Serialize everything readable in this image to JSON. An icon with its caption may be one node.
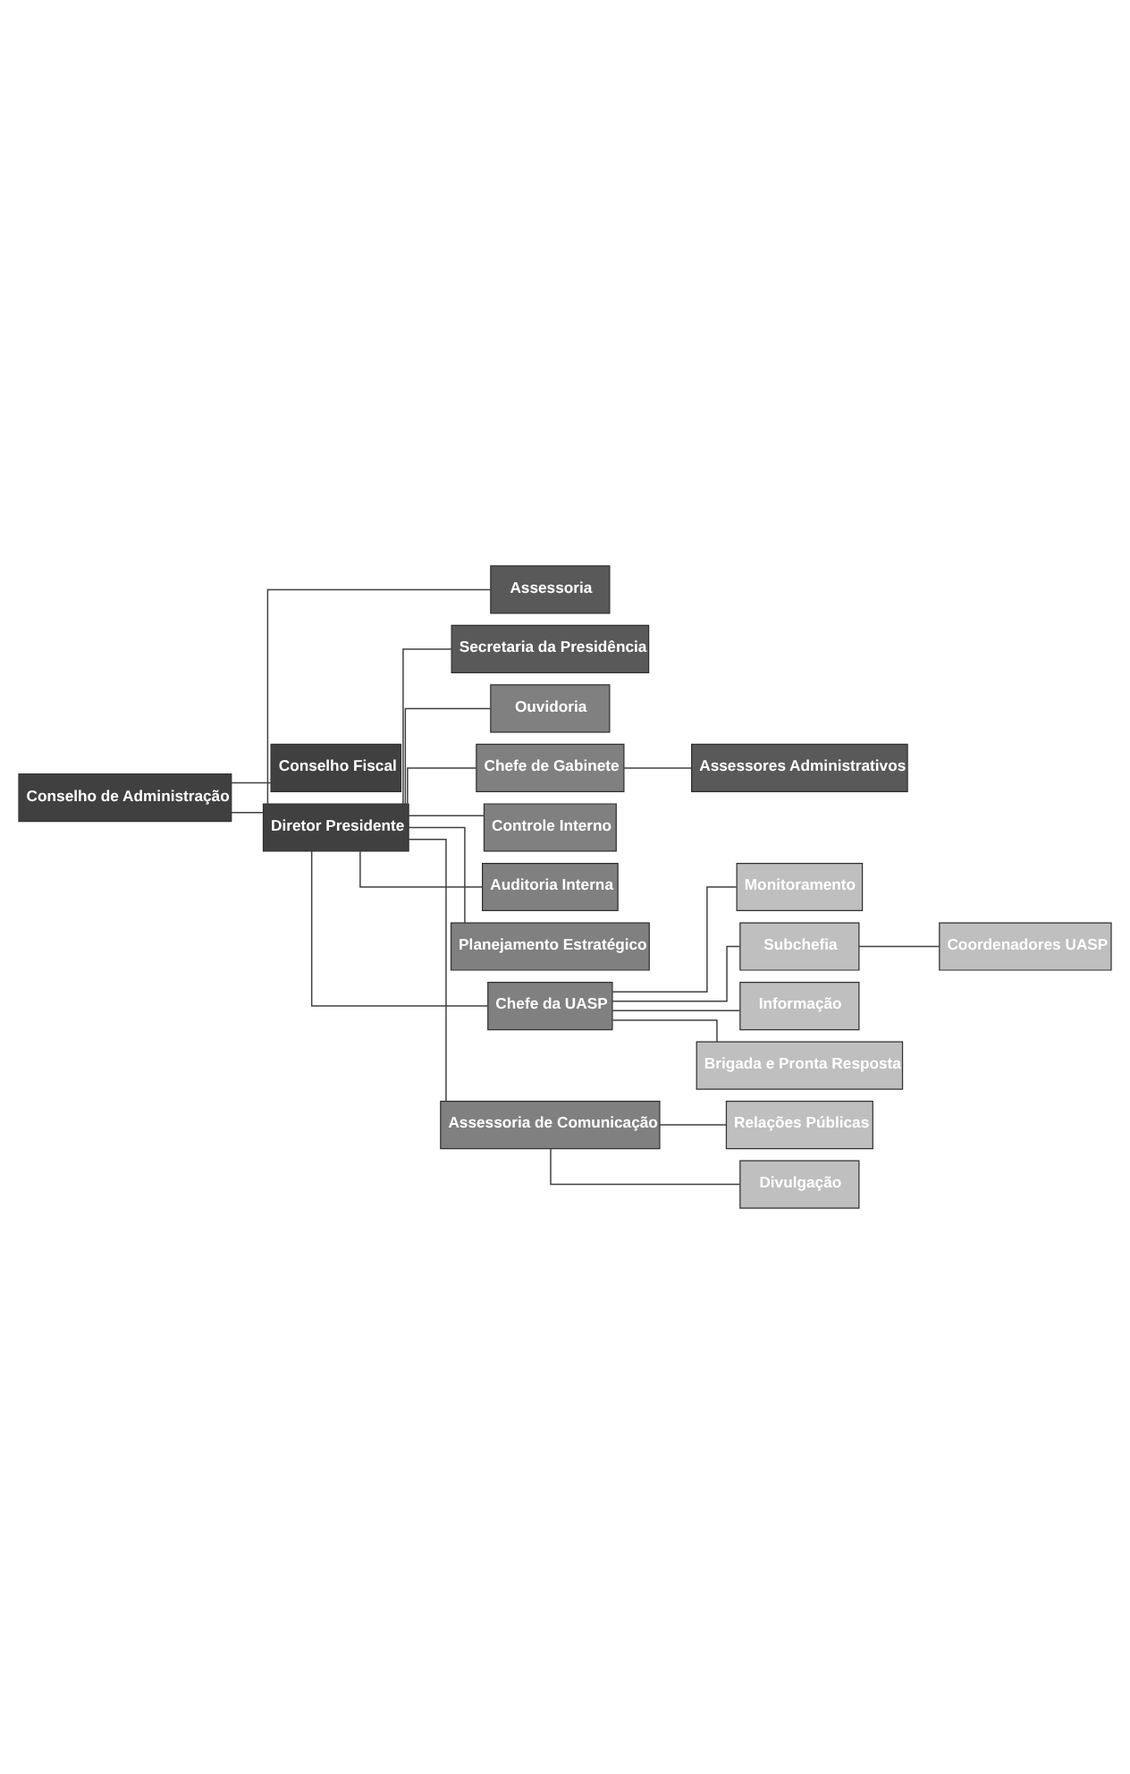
{
  "diagram": {
    "nodes": [
      {
        "text": [
          "Conselho de Administração"
        ]
      },
      {
        "text": [
          "Conselho Fiscal"
        ]
      },
      {
        "text": [
          "Diretor Presidente"
        ]
      },
      {
        "text": [
          "Assessoria"
        ]
      },
      {
        "text": [
          "Secretaria da Presidência"
        ]
      },
      {
        "text": [
          "Ouvidoria"
        ]
      },
      {
        "text": [
          "Chefe de Gabinete"
        ]
      },
      {
        "text": [
          "Assessores Administrativos"
        ]
      },
      {
        "text": [
          "Controle Interno"
        ]
      },
      {
        "text": [
          "Auditoria Interna"
        ]
      },
      {
        "text": [
          "Planejamento Estratégico"
        ]
      },
      {
        "text": [
          "Chefe da UASP"
        ]
      },
      {
        "text": [
          "Assessoria de Comunicação"
        ]
      },
      {
        "text": [
          "Monitoramento"
        ]
      },
      {
        "text": [
          "Subchefia"
        ]
      },
      {
        "text": [
          "Informação"
        ]
      },
      {
        "text": [
          "Coordenadores UASP"
        ]
      },
      {
        "text": [
          "Brigada e Pronta Resposta"
        ]
      },
      {
        "text": [
          "Relações Públicas"
        ]
      },
      {
        "text": [
          "Divulgação"
        ]
      }
    ],
    "edges": [
      {
        "from": 0,
        "to": 1,
        "arrow": "none"
      },
      {
        "from": 0,
        "to": 2,
        "arrow": "none"
      },
      {
        "from": 2,
        "to": 3,
        "arrow": "none"
      },
      {
        "from": 2,
        "to": 4,
        "arrow": "none"
      },
      {
        "from": 2,
        "to": 5,
        "arrow": "none"
      },
      {
        "from": 2,
        "to": 6,
        "arrow": "none"
      },
      {
        "from": 6,
        "to": 7,
        "arrow": "none"
      },
      {
        "from": 2,
        "to": 8,
        "arrow": "none"
      },
      {
        "from": 2,
        "to": 9,
        "arrow": "none"
      },
      {
        "from": 2,
        "to": 10,
        "arrow": "none"
      },
      {
        "from": 2,
        "to": 11,
        "arrow": "none"
      },
      {
        "from": 2,
        "to": 12,
        "arrow": "none"
      },
      {
        "from": 11,
        "to": 13,
        "arrow": "none"
      },
      {
        "from": 11,
        "to": 14,
        "arrow": "none"
      },
      {
        "from": 14,
        "to": 16,
        "arrow": "none"
      },
      {
        "from": 11,
        "to": 15,
        "arrow": "none"
      },
      {
        "from": 11,
        "to": 17,
        "arrow": "none"
      },
      {
        "from": 12,
        "to": 18,
        "arrow": "none"
      },
      {
        "from": 12,
        "to": 19,
        "arrow": "none"
      }
    ]
  }
}
